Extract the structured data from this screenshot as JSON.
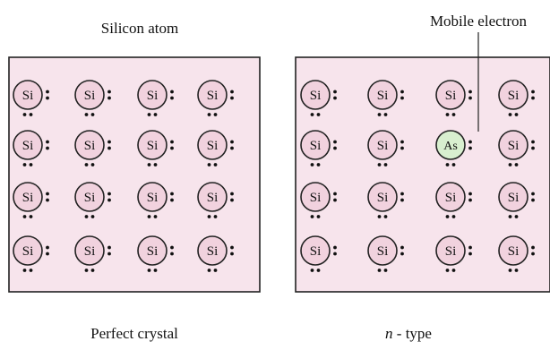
{
  "left_panel": {
    "title": "Silicon atom",
    "caption": "Perfect crystal",
    "grid": [
      [
        "Si",
        "Si",
        "Si",
        "Si"
      ],
      [
        "Si",
        "Si",
        "Si",
        "Si"
      ],
      [
        "Si",
        "Si",
        "Si",
        "Si"
      ],
      [
        "Si",
        "Si",
        "Si",
        "Si"
      ]
    ]
  },
  "right_panel": {
    "title": "Mobile electron",
    "caption_italic": "n",
    "caption_rest": " - type",
    "grid": [
      [
        "Si",
        "Si",
        "Si",
        "Si"
      ],
      [
        "Si",
        "Si",
        "As",
        "Si"
      ],
      [
        "Si",
        "Si",
        "Si",
        "Si"
      ],
      [
        "Si",
        "Si",
        "Si",
        "Si"
      ]
    ],
    "dopant": "As"
  },
  "colors": {
    "panel_fill": "#f7e4ec",
    "atom_fill": "#f1d2de",
    "dopant_fill": "#d8efcf",
    "stroke": "#222222"
  }
}
